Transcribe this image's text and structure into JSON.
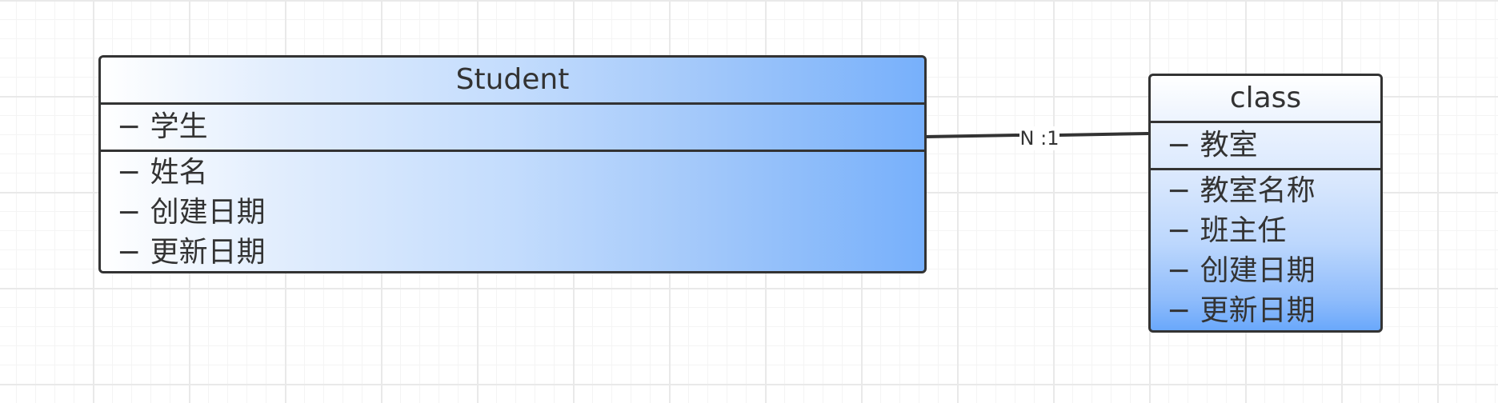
{
  "entities": {
    "student": {
      "name": "Student",
      "primary": "−  学生",
      "attributes": [
        "− 姓名",
        "− 创建日期",
        "− 更新日期"
      ]
    },
    "class": {
      "name": "class",
      "primary": "− 教室",
      "attributes": [
        "− 教室名称",
        "− 班主任",
        "− 创建日期",
        "− 更新日期"
      ]
    }
  },
  "relationship": {
    "label": "N :1"
  },
  "colors": {
    "border": "#333333",
    "gradient_start": "#ffffff",
    "gradient_end": "#6aa8fb",
    "grid": "#e9e9e9"
  }
}
